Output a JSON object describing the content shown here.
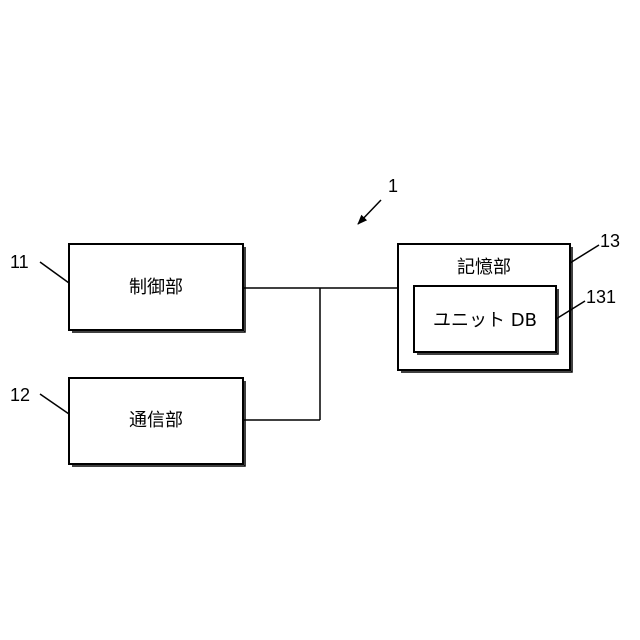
{
  "diagram": {
    "system_ref": "1",
    "blocks": {
      "control": {
        "ref": "11",
        "label": "制御部"
      },
      "comm": {
        "ref": "12",
        "label": "通信部"
      },
      "storage": {
        "ref": "13",
        "label": "記憶部"
      },
      "unit_db": {
        "ref": "131",
        "label": "ユニット DB"
      }
    }
  }
}
